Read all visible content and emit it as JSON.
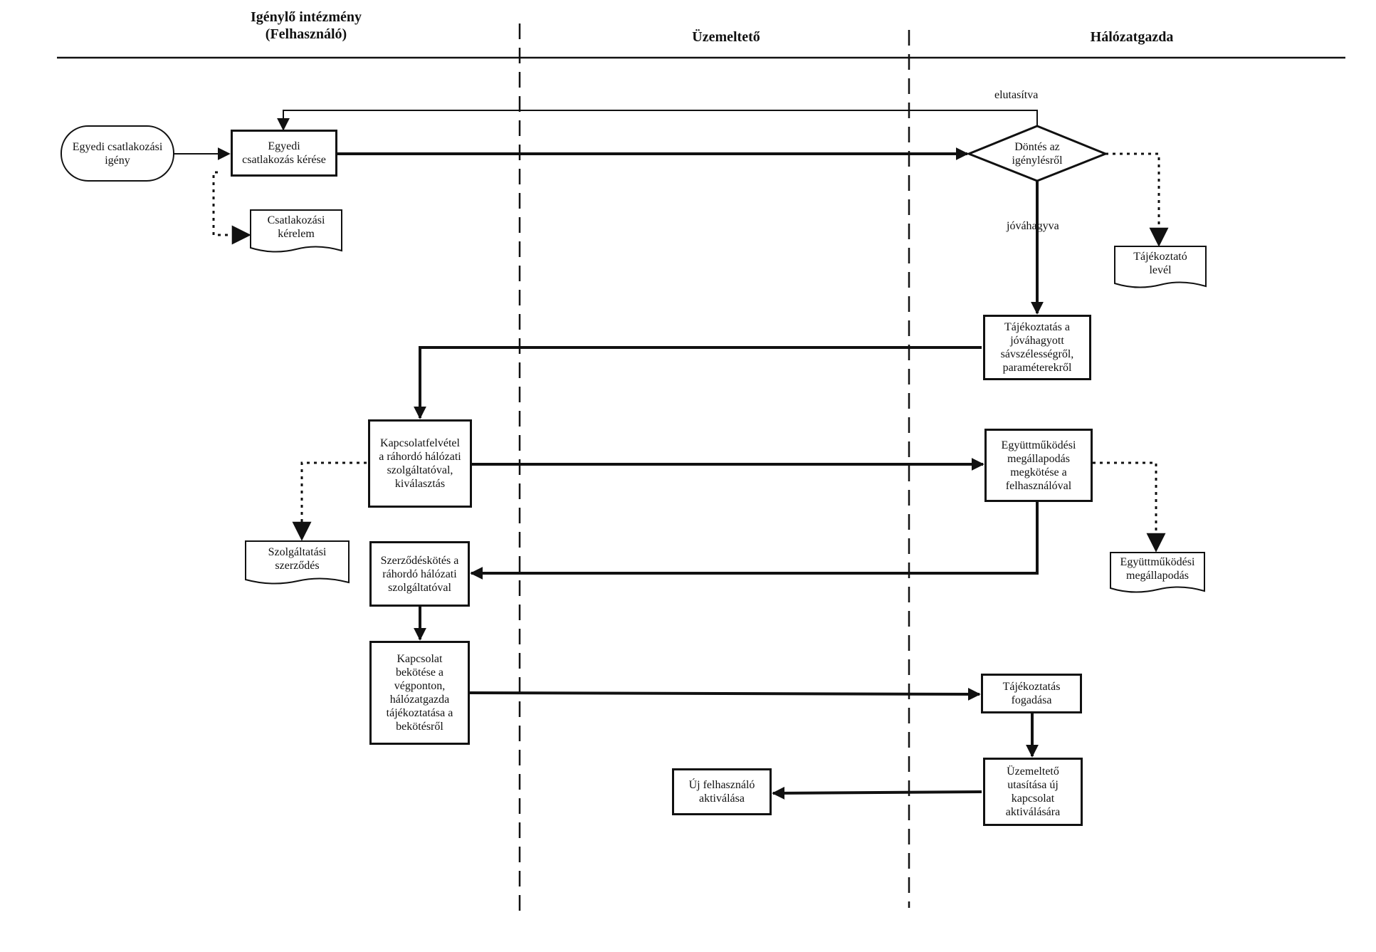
{
  "lanes": {
    "user": "Igénylő intézmény\n(Felhasználó)",
    "operator": "Üzemeltető",
    "owner": "Hálózatgazda"
  },
  "nodes": {
    "start": "Egyedi csatlakozási\nigény",
    "request": "Egyedi\ncsatlakozás kérése",
    "request_doc": "Csatlakozási\nkérelem",
    "decision": "Döntés az\nigénylésről",
    "info_letter": "Tájékoztató\nlevél",
    "info_bandwidth": "Tájékoztatás a\njóváhagyott\nsávszélességről,\nparaméterekről",
    "contact_provider": "Kapcsolatfelvétel\na ráhordó hálózati\nszolgáltatóval,\nkiválasztás",
    "coop_agreement": "Együttműködési\nmegállapodás\nmegkötése a\nfelhasználóval",
    "service_contract_doc": "Szolgáltatási\nszerződés",
    "coop_agreement_doc": "Együttműködési\nmegállapodás",
    "contract_provider": "Szerződéskötés a\nráhordó hálózati\nszolgáltatóval",
    "connect": "Kapcsolat\nbekötése a\nvégponton,\nhálózatgazda\ntájékoztatása a\nbekötésről",
    "receive_info": "Tájékoztatás\nfogadása",
    "instruct_operator": "Üzemeltető\nutasítása új\nkapcsolat\naktiválására",
    "activate_user": "Új felhasználó\naktiválása"
  },
  "labels": {
    "rejected": "elutasítva",
    "approved": "jóváhagyva"
  }
}
